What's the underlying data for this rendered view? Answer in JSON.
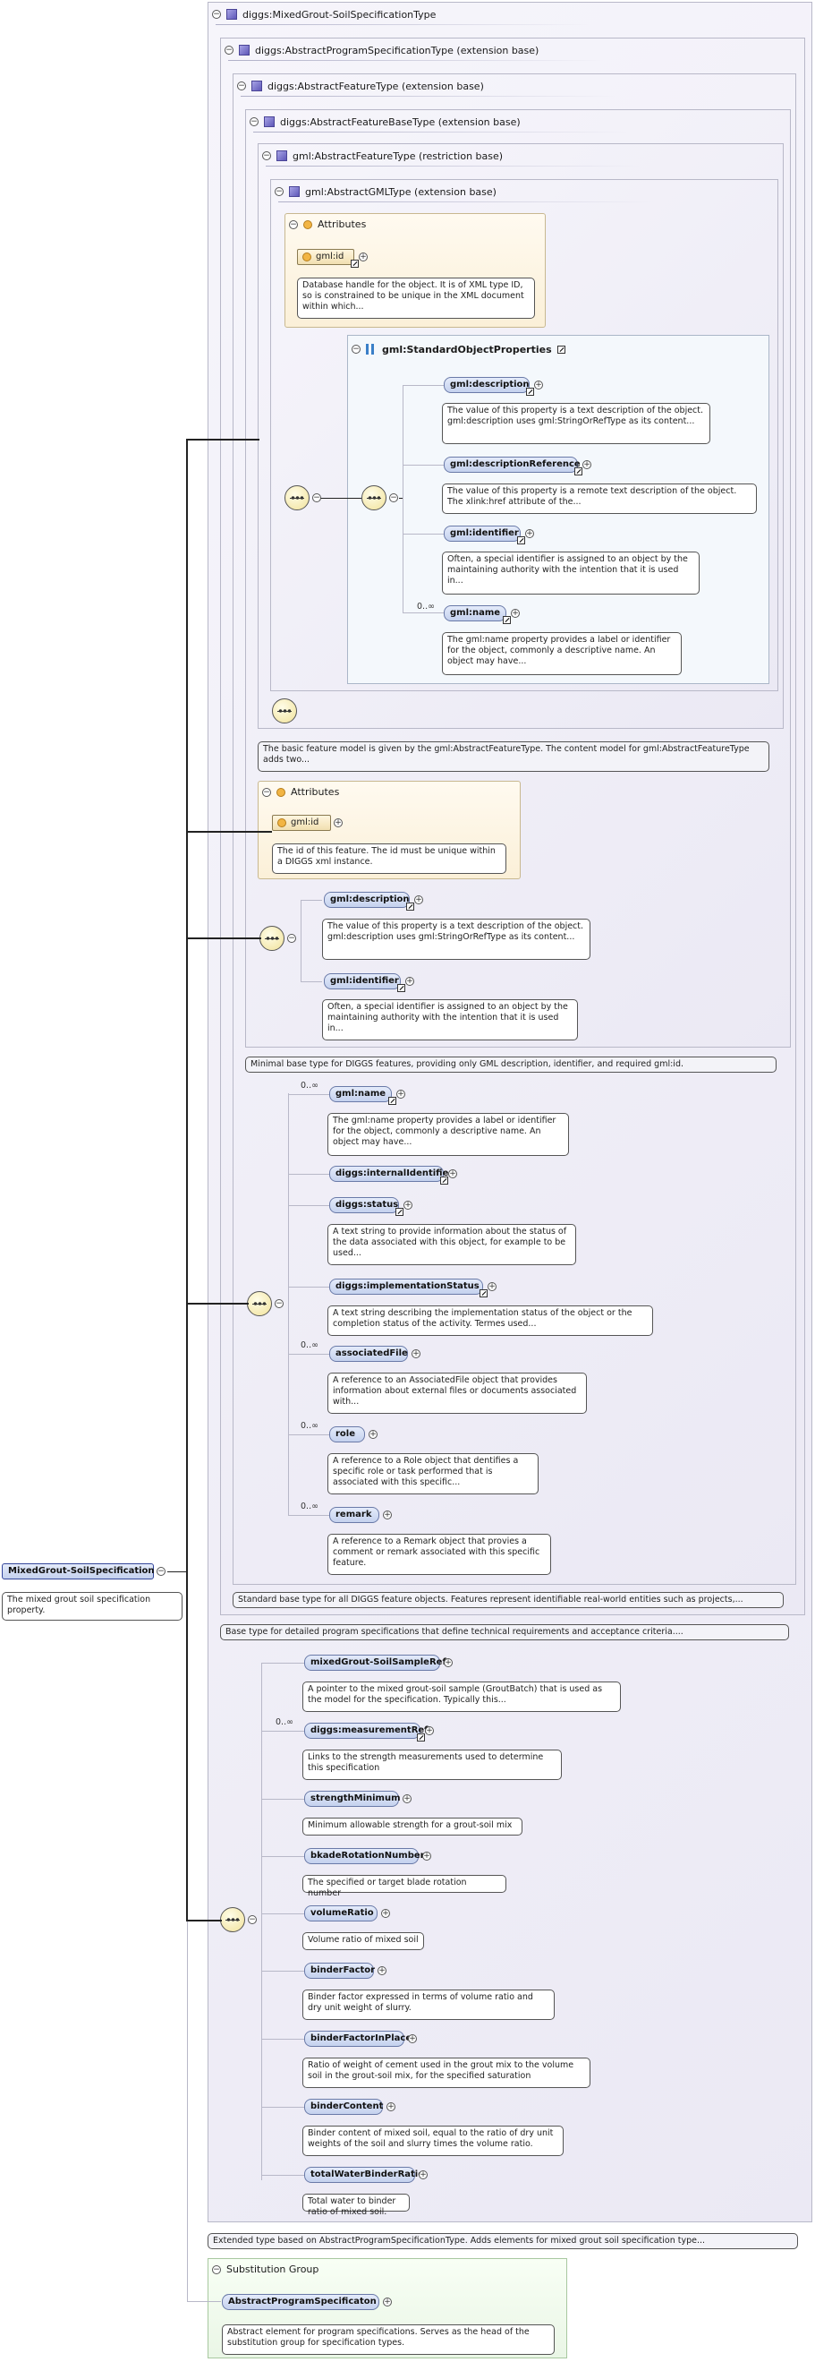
{
  "root": {
    "label": "MixedGrout-SoilSpecification",
    "doc": "The mixed grout soil specification property."
  },
  "types": {
    "outer": "diggs:MixedGrout-SoilSpecificationType",
    "program": "diggs:AbstractProgramSpecificationType (extension base)",
    "feature": "diggs:AbstractFeatureType (extension base)",
    "featureBase": "diggs:AbstractFeatureBaseType (extension base)",
    "gmlFeature": "gml:AbstractFeatureType (restriction base)",
    "gmlGML": "gml:AbstractGMLType (extension base)"
  },
  "attributes_label": "Attributes",
  "gml_attrs": {
    "el": "gml:id",
    "doc": "Database handle for the object. It is of XML type ID, so is constrained to be unique in the XML document within which..."
  },
  "standard_props": {
    "label": "gml:StandardObjectProperties",
    "items": [
      {
        "label": "gml:description",
        "doc": "The value of this property is a text description of the object. gml:description uses gml:StringOrRefType as its content..."
      },
      {
        "label": "gml:descriptionReference",
        "doc": "The value of this property is a remote text description of the object. The xlink:href attribute of the..."
      },
      {
        "label": "gml:identifier",
        "doc": "Often, a special identifier is assigned to an object by the maintaining authority with the intention that it is used in..."
      },
      {
        "label": "gml:name",
        "doc": "The gml:name property provides a label or identifier for the object, commonly a descriptive name. An object may have...",
        "occ": "0..∞"
      }
    ]
  },
  "gmlFeature_doc": "The basic feature model is given by the gml:AbstractFeatureType. The content model for gml:AbstractFeatureType adds two...",
  "base_attrs": {
    "el": "gml:id",
    "doc": "The id of this feature. The id must be unique within a DIGGS xml instance."
  },
  "base_items": [
    {
      "label": "gml:description",
      "doc": "The value of this property is a text description of the object. gml:description uses gml:StringOrRefType as its content..."
    },
    {
      "label": "gml:identifier",
      "doc": "Often, a special identifier is assigned to an object by the maintaining authority with the intention that it is used in..."
    }
  ],
  "featureBase_doc": "Minimal base type for DIGGS features, providing only GML description, identifier, and required gml:id.",
  "feature_items": [
    {
      "label": "gml:name",
      "occ": "0..∞",
      "doc": "The gml:name property provides a label or identifier for the object, commonly a descriptive name. An object may have..."
    },
    {
      "label": "diggs:internalIdentifier",
      "doc": ""
    },
    {
      "label": "diggs:status",
      "doc": "A text string to provide information about the status of the data associated with this object, for example to be used..."
    },
    {
      "label": "diggs:implementationStatus",
      "doc": "A text string describing the implementation status of the object or the completion status of the activity. Termes used..."
    },
    {
      "label": "associatedFile",
      "occ": "0..∞",
      "doc": "A reference to an AssociatedFile object that provides information about external files or documents associated with..."
    },
    {
      "label": "role",
      "occ": "0..∞",
      "doc": "A reference to a Role object that dentifies a specific role or task performed that is associated with this specific..."
    },
    {
      "label": "remark",
      "occ": "0..∞",
      "doc": "A reference to a Remark object that provies a comment or remark associated with this specific feature."
    }
  ],
  "feature_doc": "Standard base type for all DIGGS feature objects. Features represent identifiable real-world entities such as projects,...",
  "program_doc": "Base type for detailed program specifications that define technical requirements and acceptance criteria....",
  "spec_items": [
    {
      "label": "mixedGrout-SoilSampleRef",
      "doc": "A pointer to the mixed grout-soil sample (GroutBatch) that is used as the model for the specification. Typically this..."
    },
    {
      "label": "diggs:measurementRef",
      "occ": "0..∞",
      "doc": "Links to the strength measurements used to determine this specification"
    },
    {
      "label": "strengthMinimum",
      "doc": "Minimum allowable strength for a grout-soil mix"
    },
    {
      "label": "bkadeRotationNumber",
      "doc": "The specified or target blade rotation number"
    },
    {
      "label": "volumeRatio",
      "doc": "Volume ratio of mixed soil"
    },
    {
      "label": "binderFactor",
      "doc": "Binder factor expressed in terms of volume ratio and dry unit weight of slurry."
    },
    {
      "label": "binderFactorInPlace",
      "doc": "Ratio of weight of cement used in the grout mix to the volume soil in the grout-soil mix, for the specified saturation"
    },
    {
      "label": "binderContent",
      "doc": "Binder content of mixed soil, equal to the ratio of dry unit weights of the soil and slurry times the volume ratio."
    },
    {
      "label": "totalWaterBinderRatio",
      "doc": "Total water to binder ratio of mixed soil."
    }
  ],
  "outer_doc": "Extended type based on AbstractProgramSpecificationType. Adds elements for mixed grout soil specification type...",
  "subst": {
    "label": "Substitution Group",
    "el": "AbstractProgramSpecificaton",
    "doc": "Abstract element for program specifications. Serves as the head of the substitution group for specification types."
  }
}
